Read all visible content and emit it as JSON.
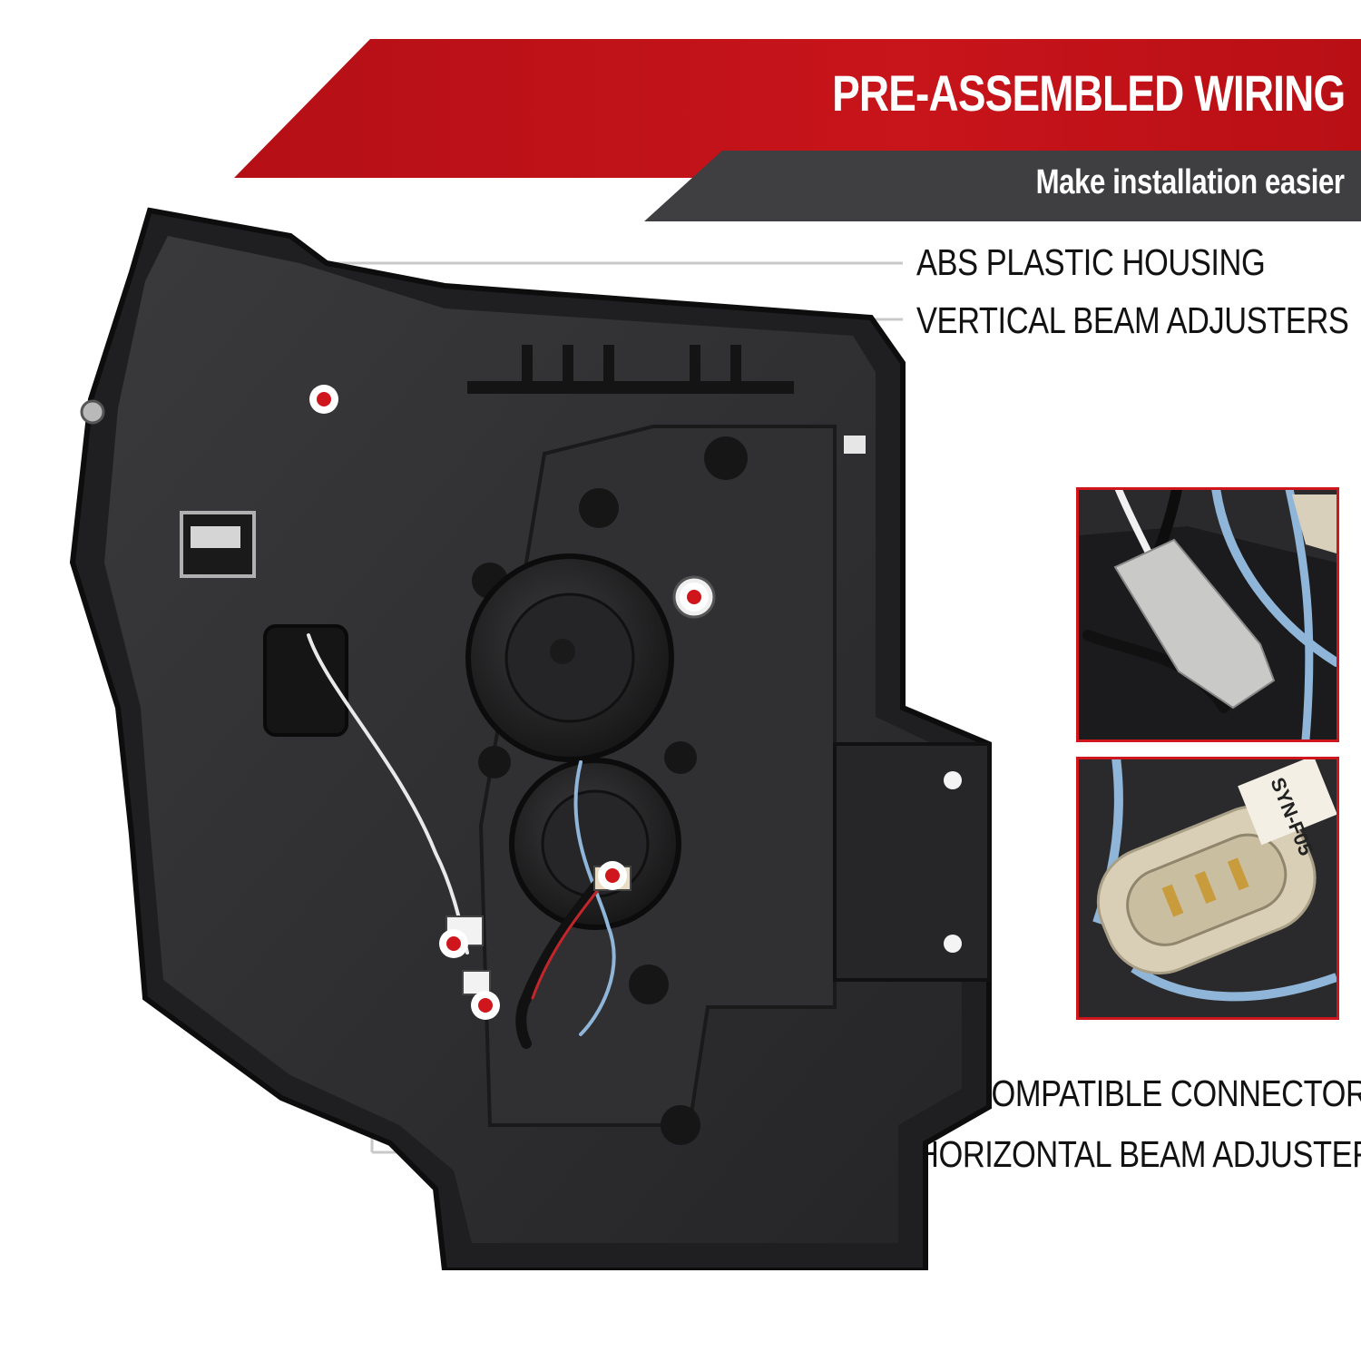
{
  "banner": {
    "title": "PRE-ASSEMBLED WIRING",
    "subtitle": "Make installation easier"
  },
  "features": [
    "ABS PLASTIC HOUSING",
    "VERTICAL BEAM ADJUSTERS",
    "OE COMPATIBLE CONNECTORS",
    "HORIZONTAL BEAM ADJUSTER"
  ],
  "insets": {
    "connector_label": "SYN-F05"
  },
  "colors": {
    "accent_red": "#c8141b",
    "banner_gray": "#3f3f41",
    "housing": "#2b2b2d",
    "callout_dot": "#d0161d"
  }
}
